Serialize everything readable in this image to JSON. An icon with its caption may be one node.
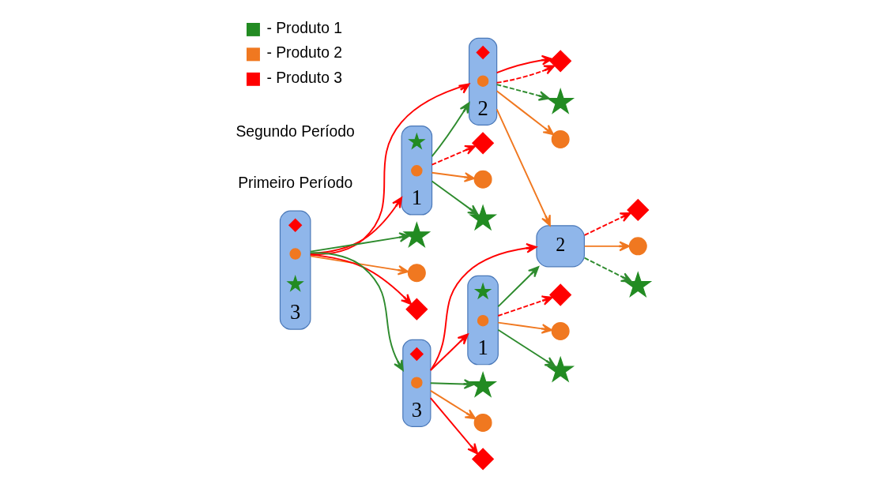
{
  "diagram": {
    "nodes": [
      {
        "text": [
          "1"
        ]
      },
      {
        "text": [],
        "shape": "star",
        "in": 0
      },
      {
        "text": [],
        "shape": "circle",
        "in": 0
      },
      {
        "text": [
          "2"
        ]
      },
      {
        "text": [],
        "shape": "diamond",
        "in": 3
      },
      {
        "text": [],
        "shape": "circle",
        "in": 3
      },
      {
        "text": [
          "3"
        ]
      },
      {
        "text": [],
        "shape": "diamond",
        "in": 6
      },
      {
        "text": [],
        "shape": "circle",
        "in": 6
      },
      {
        "text": [],
        "shape": "star",
        "in": 6
      },
      {
        "text": [],
        "shape": "diamond"
      },
      {
        "text": [],
        "shape": "circle"
      },
      {
        "text": [],
        "shape": "star"
      },
      {
        "text": [],
        "shape": "diamond"
      },
      {
        "text": [],
        "shape": "star"
      },
      {
        "text": [],
        "shape": "circle"
      },
      {
        "text": [],
        "shape": "star"
      },
      {
        "text": [],
        "shape": "circle"
      },
      {
        "text": [],
        "shape": "diamond"
      },
      {
        "text": [
          "1"
        ]
      },
      {
        "text": [],
        "shape": "star",
        "in": 19
      },
      {
        "text": [],
        "shape": "circle",
        "in": 19
      },
      {
        "text": [
          "2"
        ]
      },
      {
        "text": [
          "3"
        ]
      },
      {
        "text": [],
        "shape": "diamond",
        "in": 23
      },
      {
        "text": [],
        "shape": "circle",
        "in": 23
      },
      {
        "text": [],
        "shape": "diamond"
      },
      {
        "text": [],
        "shape": "circle"
      },
      {
        "text": [],
        "shape": "star"
      },
      {
        "text": [],
        "shape": "diamond"
      },
      {
        "text": [],
        "shape": "circle"
      },
      {
        "text": [],
        "shape": "star"
      },
      {
        "text": [],
        "shape": "star"
      },
      {
        "text": [],
        "shape": "circle"
      },
      {
        "text": [],
        "shape": "diamond"
      }
    ],
    "edges": [
      {
        "from": 6,
        "to": 0,
        "arrow": "to"
      },
      {
        "from": 6,
        "to": 3,
        "arrow": "to"
      },
      {
        "from": 0,
        "to": 3,
        "arrow": "to",
        "color": "#2e8b2e"
      },
      {
        "from": 0,
        "to": 10,
        "arrow": "to",
        "style": "dashed"
      },
      {
        "from": 0,
        "to": 11,
        "arrow": "to",
        "color": "#f07820"
      },
      {
        "from": 0,
        "to": 12,
        "arrow": "to",
        "color": "#2e8b2e"
      },
      {
        "from": 3,
        "to": 13,
        "arrow": "to",
        "style": "dashed"
      },
      {
        "from": 3,
        "to": 13,
        "arrow": "to"
      },
      {
        "from": 3,
        "to": 14,
        "arrow": "to",
        "style": "dashed",
        "color": "#2e8b2e"
      },
      {
        "from": 3,
        "to": 15,
        "arrow": "to",
        "color": "#f07820"
      },
      {
        "from": 6,
        "to": 16,
        "arrow": "to",
        "color": "#2e8b2e"
      },
      {
        "from": 6,
        "to": 17,
        "arrow": "to",
        "color": "#f07820"
      },
      {
        "from": 6,
        "to": 18,
        "arrow": "to"
      },
      {
        "from": 6,
        "to": 23,
        "arrow": "to",
        "color": "#2e8b2e"
      },
      {
        "from": 3,
        "to": 22,
        "arrow": "to",
        "color": "#f07820"
      },
      {
        "from": 23,
        "to": 19,
        "arrow": "to"
      },
      {
        "from": 23,
        "to": 22,
        "arrow": "to"
      },
      {
        "from": 19,
        "to": 22,
        "arrow": "to",
        "color": "#2e8b2e"
      },
      {
        "from": 19,
        "to": 26,
        "arrow": "to",
        "style": "dashed"
      },
      {
        "from": 19,
        "to": 27,
        "arrow": "to",
        "color": "#f07820"
      },
      {
        "from": 19,
        "to": 28,
        "arrow": "to",
        "color": "#2e8b2e"
      },
      {
        "from": 22,
        "to": 29,
        "arrow": "to",
        "style": "dashed"
      },
      {
        "from": 22,
        "to": 30,
        "arrow": "to",
        "color": "#f07820"
      },
      {
        "from": 22,
        "to": 31,
        "arrow": "to",
        "style": "dashed",
        "color": "#2e8b2e"
      },
      {
        "from": 23,
        "to": 32,
        "arrow": "to",
        "color": "#2e8b2e"
      },
      {
        "from": 23,
        "to": 33,
        "arrow": "to",
        "color": "#f07820"
      },
      {
        "from": 23,
        "to": 34,
        "arrow": "to"
      }
    ],
    "labels": [
      "Primeiro Período",
      "Segundo Período"
    ],
    "legend": [
      {
        "text": "- Produto 1"
      },
      {
        "text": "- Produto 2"
      },
      {
        "text": "- Produto 3"
      }
    ]
  }
}
